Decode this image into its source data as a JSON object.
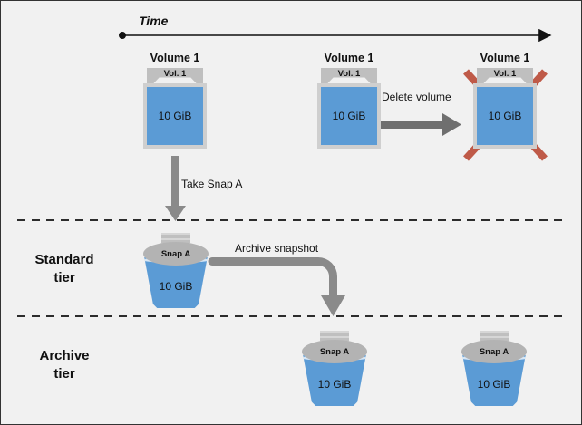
{
  "diagram": {
    "title_axis": "Time",
    "background_color": "#F1F1F1",
    "accent_blue": "#5B9BD5",
    "gray": "#BFBFBF",
    "arrow_gray": "#808080",
    "delete_red": "#BF5A48"
  },
  "tiers": [
    {
      "line1": "Standard",
      "line2": "tier"
    },
    {
      "line1": "Archive",
      "line2": "tier"
    }
  ],
  "volumes": [
    {
      "title": "Volume 1",
      "tab": "Vol. 1",
      "size": "10 GiB",
      "deleted": false
    },
    {
      "title": "Volume 1",
      "tab": "Vol. 1",
      "size": "10 GiB",
      "deleted": false
    },
    {
      "title": "Volume 1",
      "tab": "Vol. 1",
      "size": "10 GiB",
      "deleted": true
    }
  ],
  "snapshots": [
    {
      "label": "Snap A",
      "size": "10 GiB",
      "tier": "Standard tier"
    },
    {
      "label": "Snap A",
      "size": "10 GiB",
      "tier": "Archive tier"
    },
    {
      "label": "Snap A",
      "size": "10 GiB",
      "tier": "Archive tier"
    }
  ],
  "connectors": [
    {
      "label": "Take Snap A",
      "shape": "down-arrow"
    },
    {
      "label": "Delete volume",
      "shape": "right-arrow"
    },
    {
      "label": "Archive snapshot",
      "shape": "elbow-right-down-arrow"
    }
  ]
}
